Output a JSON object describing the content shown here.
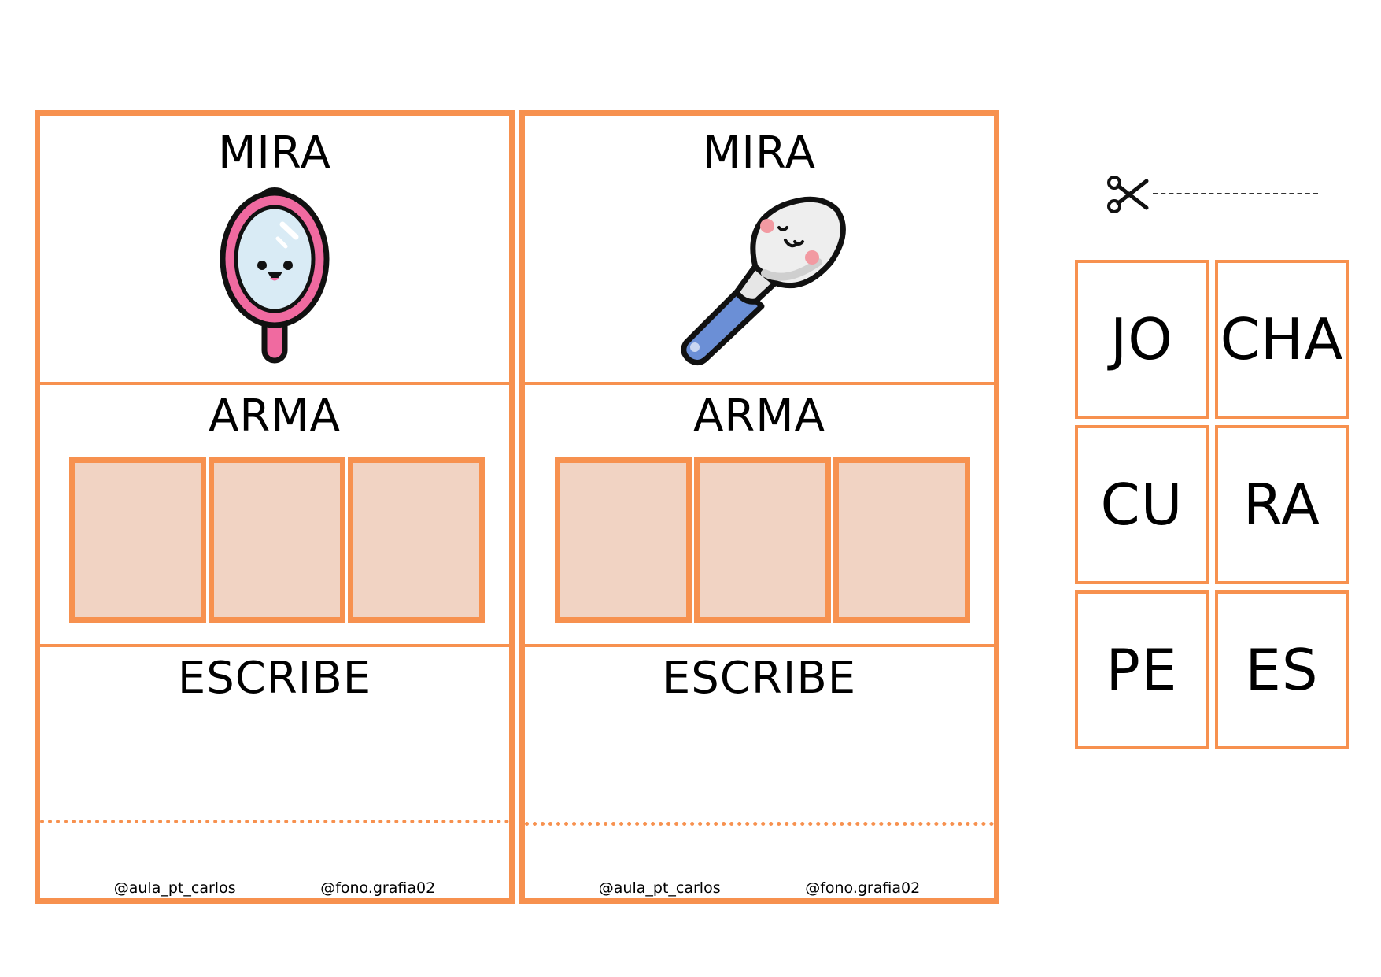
{
  "cards": [
    {
      "mira_label": "MIRA",
      "picture_icon": "hand-mirror-icon",
      "arma_label": "ARMA",
      "escribe_label": "ESCRIBE",
      "credit_left": "@aula_pt_carlos",
      "credit_right": "@fono.grafia02"
    },
    {
      "mira_label": "MIRA",
      "picture_icon": "spoon-icon",
      "arma_label": "ARMA",
      "escribe_label": "ESCRIBE",
      "credit_left": "@aula_pt_carlos",
      "credit_right": "@fono.grafia02"
    }
  ],
  "cut_icon": "scissors-icon",
  "syllables": [
    "JO",
    "CHA",
    "CU",
    "RA",
    "PE",
    "ES"
  ],
  "colors": {
    "border": "#f7914f",
    "box_fill": "#f1d3c3",
    "mirror_frame": "#f06aa0",
    "spoon_handle": "#6b8fd6"
  }
}
